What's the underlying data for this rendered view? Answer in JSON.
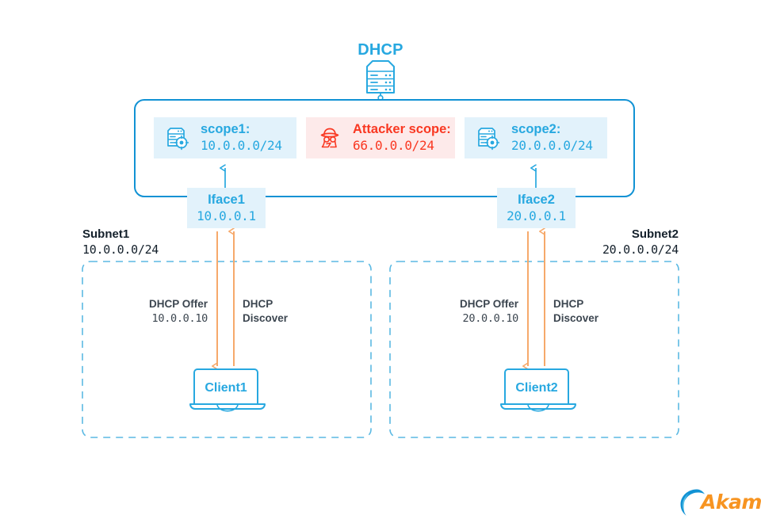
{
  "diagram": {
    "title": "DHCP",
    "server_icon": "server-icon",
    "dhcp_container": {
      "scopes": [
        {
          "id": "scope1",
          "icon": "server-target-icon",
          "name": "scope1:",
          "cidr": "10.0.0.0/24",
          "variant": "blue",
          "color": "#27a8e0",
          "bg": "#e2f2fb"
        },
        {
          "id": "attacker",
          "icon": "spy-icon",
          "name": "Attacker scope:",
          "cidr": "66.0.0.0/24",
          "variant": "red",
          "color": "#f93822",
          "bg": "#fdeaea"
        },
        {
          "id": "scope2",
          "icon": "server-target-icon",
          "name": "scope2:",
          "cidr": "20.0.0.0/24",
          "variant": "blue",
          "color": "#27a8e0",
          "bg": "#e2f2fb"
        }
      ]
    },
    "interfaces": [
      {
        "id": "iface1",
        "name": "Iface1",
        "ip": "10.0.0.1"
      },
      {
        "id": "iface2",
        "name": "Iface2",
        "ip": "20.0.0.1"
      }
    ],
    "subnets": [
      {
        "id": "subnet1",
        "name": "Subnet1",
        "cidr": "10.0.0.0/24",
        "client": "Client1",
        "client_icon": "laptop-icon",
        "flows": {
          "offer_label": "DHCP Offer",
          "offer_value": "10.0.0.10",
          "offer_direction": "down",
          "discover_label_line1": "DHCP",
          "discover_label_line2": "Discover",
          "discover_direction": "up"
        }
      },
      {
        "id": "subnet2",
        "name": "Subnet2",
        "cidr": "20.0.0.0/24",
        "client": "Client2",
        "client_icon": "laptop-icon",
        "flows": {
          "offer_label": "DHCP Offer",
          "offer_value": "20.0.0.10",
          "offer_direction": "down",
          "discover_label_line1": "DHCP",
          "discover_label_line2": "Discover",
          "discover_direction": "up"
        }
      }
    ],
    "brand": {
      "name": "Akamai",
      "logo_icon": "akamai-swoosh-icon",
      "text_color": "#f79421",
      "arc_color": "#1192d4"
    },
    "palette": {
      "blue": "#27a8e0",
      "blue_fill": "#e2f2fb",
      "red": "#f93822",
      "red_fill": "#fdeaea",
      "orange": "#f6a96b",
      "dash_blue": "#5bb9e3",
      "dark_text": "#14202b"
    }
  }
}
